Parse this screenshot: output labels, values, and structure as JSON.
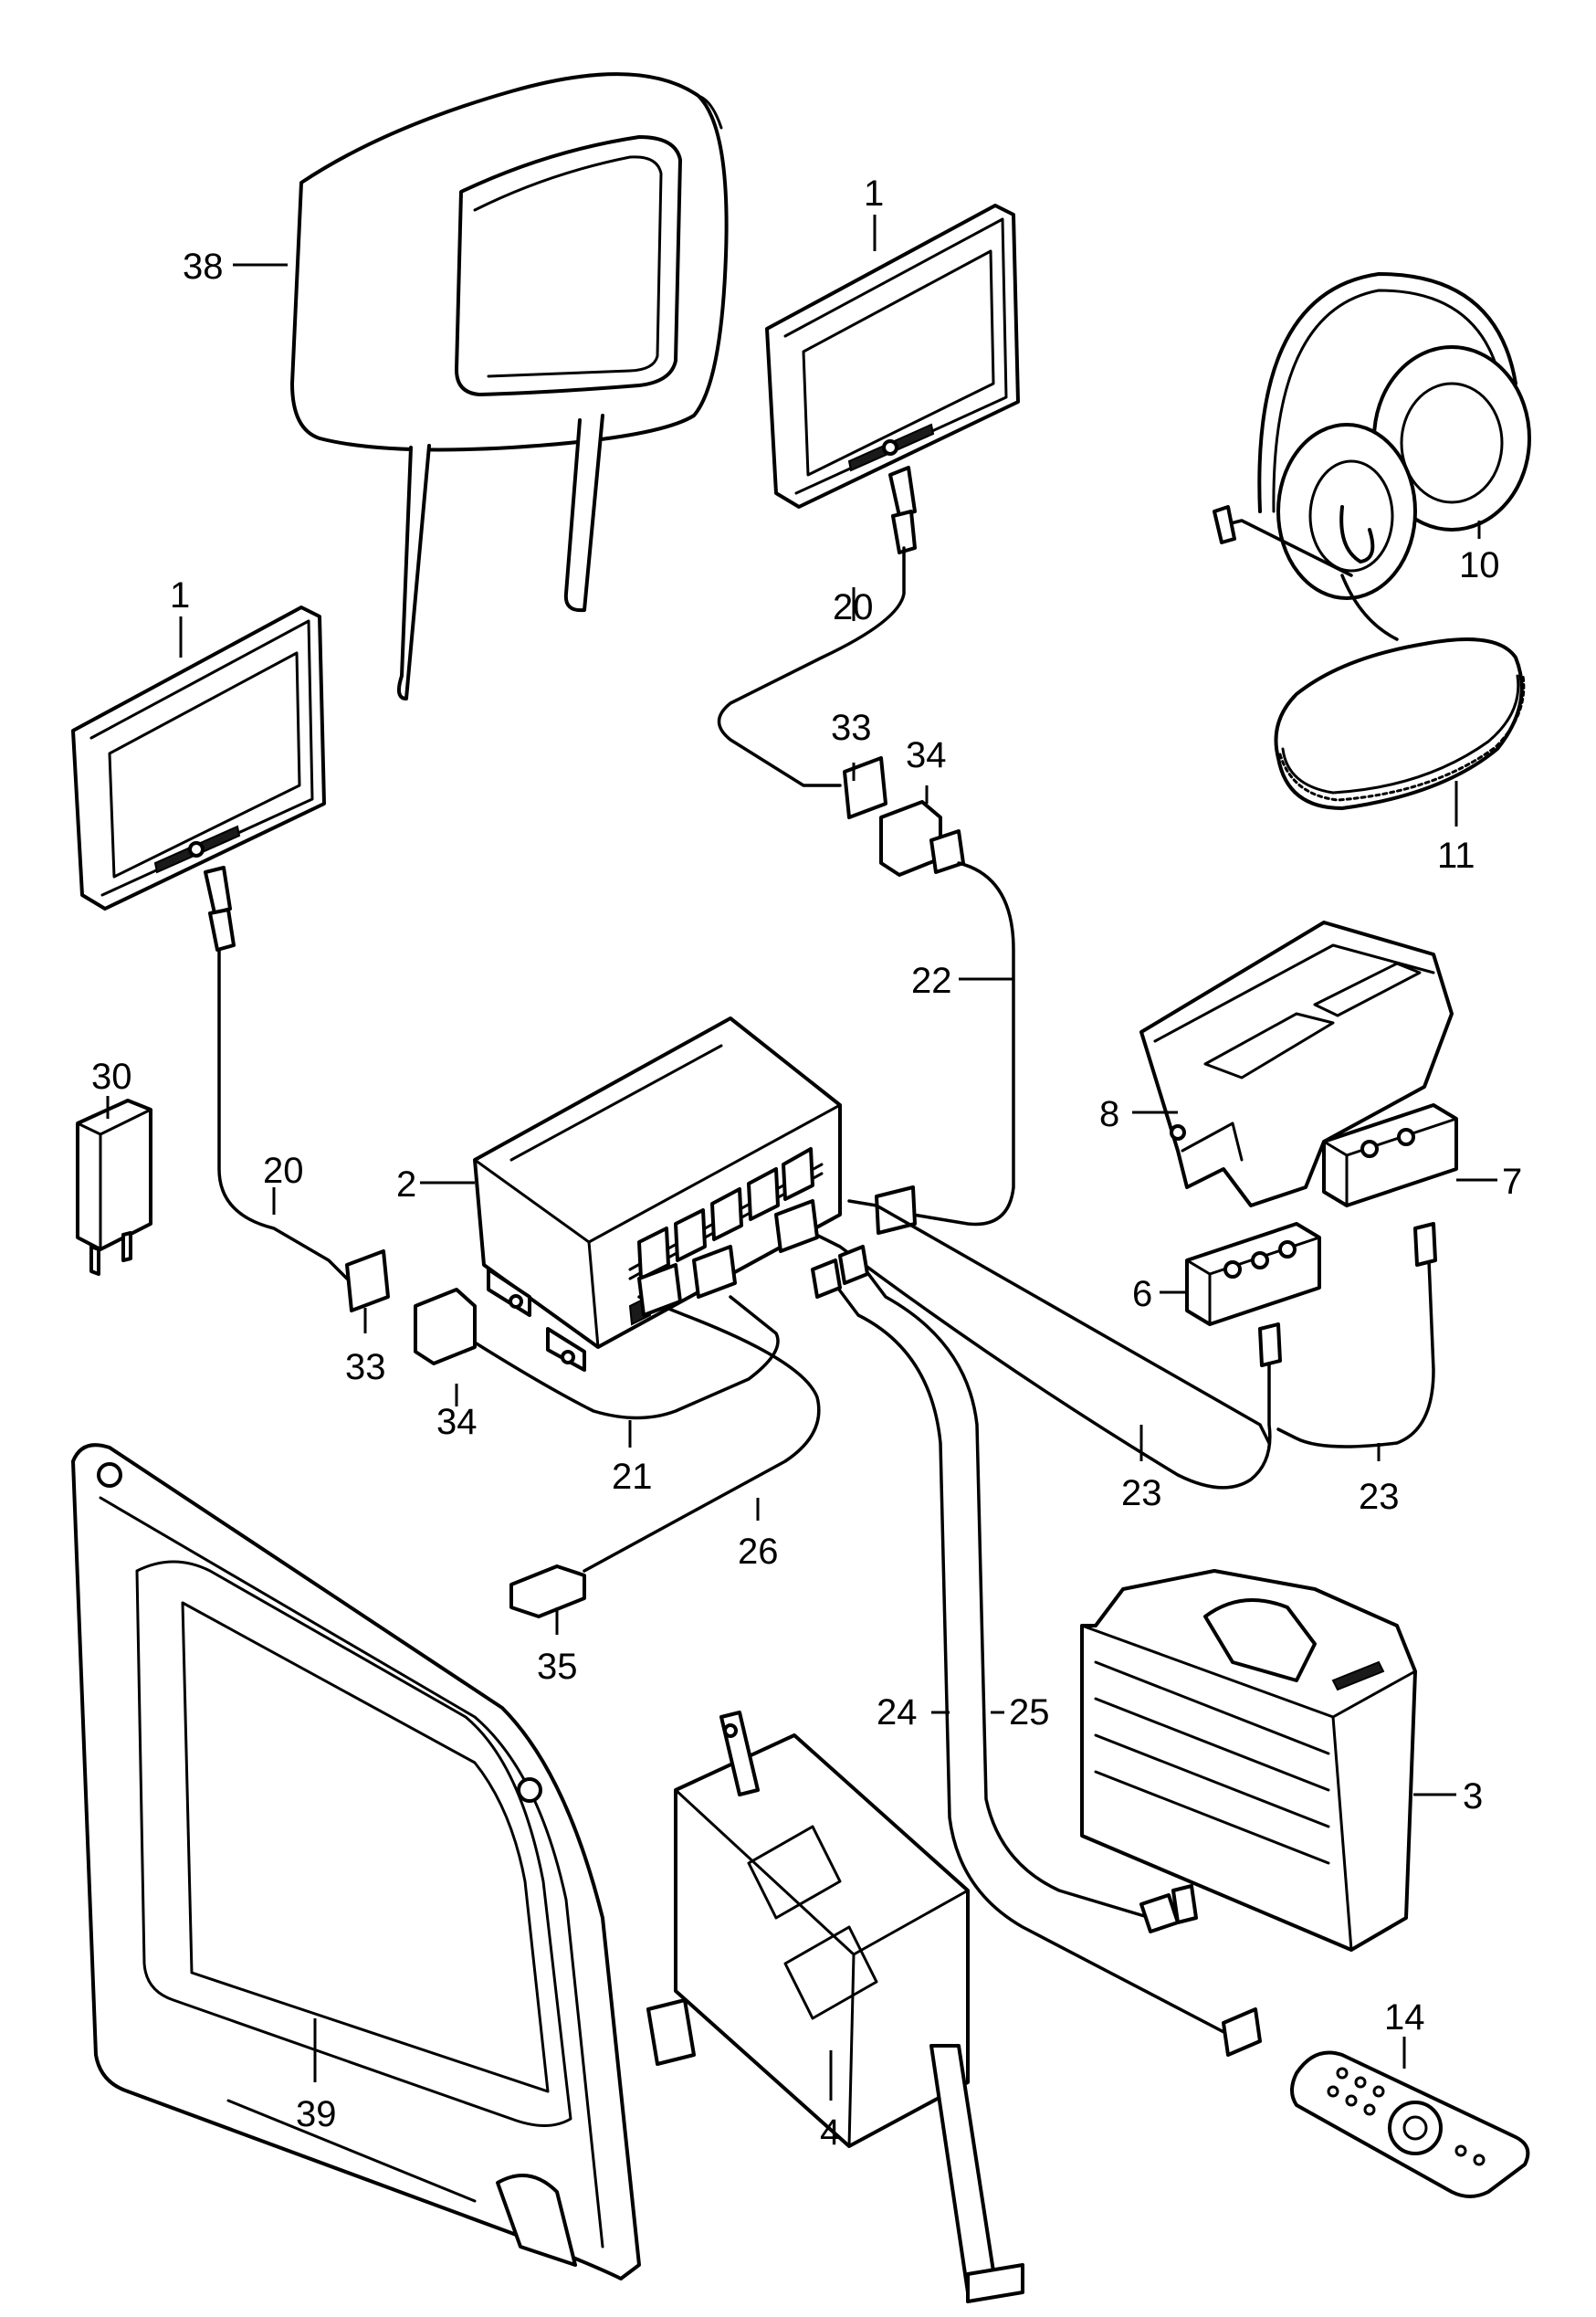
{
  "callouts": {
    "c1a": "1",
    "c1b": "1",
    "c2": "2",
    "c3": "3",
    "c4": "4",
    "c6": "6",
    "c7": "7",
    "c8": "8",
    "c10": "10",
    "c11": "11",
    "c14": "14",
    "c20a": "20",
    "c20b": "20",
    "c21": "21",
    "c22": "22",
    "c23a": "23",
    "c23b": "23",
    "c24": "24",
    "c25": "25",
    "c26": "26",
    "c30": "30",
    "c33a": "33",
    "c33b": "33",
    "c34a": "34",
    "c34b": "34",
    "c35": "35",
    "c38": "38",
    "c39": "39"
  }
}
